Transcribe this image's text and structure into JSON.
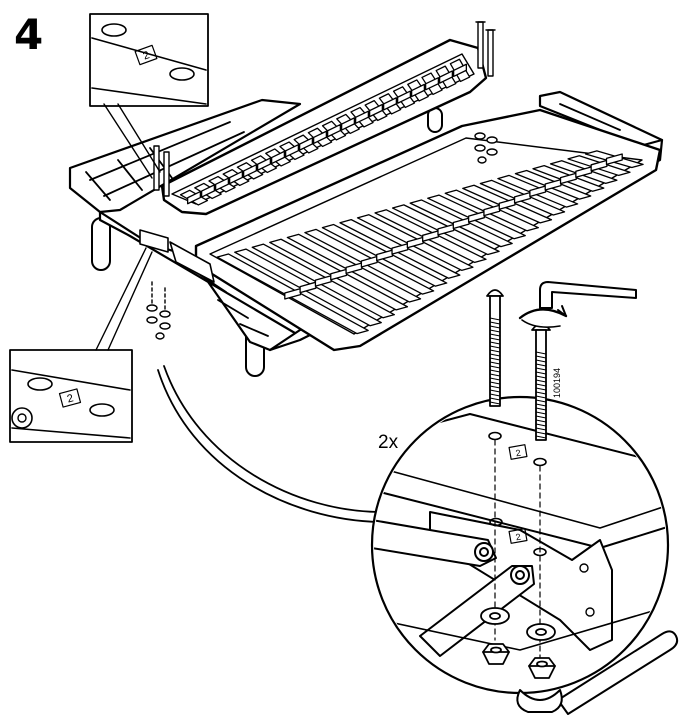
{
  "step": {
    "number": "4"
  },
  "detail_views": {
    "top_inset_marker": "2",
    "bottom_inset_marker": "2",
    "circle_marker_upper": "2",
    "circle_marker_lower": "2"
  },
  "circle_detail": {
    "quantity": "2x",
    "part_code": "100194"
  }
}
